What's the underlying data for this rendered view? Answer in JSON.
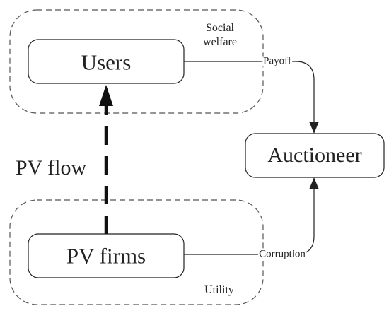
{
  "diagram": {
    "users_label": "Users",
    "pv_firms_label": "PV firms",
    "auctioneer_label": "Auctioneer",
    "social_welfare_line1": "Social",
    "social_welfare_line2": "welfare",
    "utility_label": "Utility",
    "pv_flow_label": "PV flow",
    "payoff_label": "Payoff",
    "corruption_label": "Corruption"
  },
  "colors": {
    "stroke": "#222222",
    "background": "#ffffff"
  }
}
